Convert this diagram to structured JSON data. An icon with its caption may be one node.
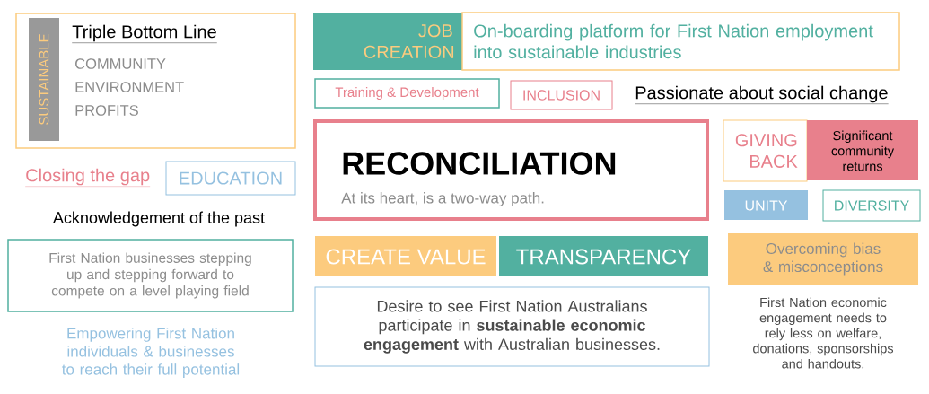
{
  "diagram": {
    "nodes": [
      {
        "text": [
          "Triple Bottom Line",
          "COMMUNITY",
          "ENVIRONMENT",
          "PROFITS"
        ]
      },
      {
        "text": [
          "SUSTAINABLE"
        ],
        "in": 0
      },
      {
        "text": [
          "JOB CREATION"
        ]
      },
      {
        "text": [
          "On-boarding platform for First Nation employment into sustainable industries"
        ]
      },
      {
        "text": [
          "Training & Development"
        ]
      },
      {
        "text": [
          "INCLUSION"
        ]
      },
      {
        "text": [
          "EDUCATION"
        ]
      },
      {
        "text": [
          "RECONCILIATION",
          "At its heart, is a two-way path."
        ]
      },
      {
        "text": [
          "GIVING BACK"
        ]
      },
      {
        "text": [
          "Significant community returns"
        ]
      },
      {
        "text": [
          "UNITY"
        ]
      },
      {
        "text": [
          "DIVERSITY"
        ]
      },
      {
        "text": [
          "First Nation businesses stepping up and stepping forward to compete on a level playing field"
        ]
      },
      {
        "text": [
          "CREATE VALUE"
        ]
      },
      {
        "text": [
          "TRANSPARENCY"
        ]
      },
      {
        "text": [
          "Overcoming bias & misconceptions"
        ]
      },
      {
        "text": [
          "Desire to see First Nation Australians participate in **sustainable economic engagement** with Australian businesses."
        ]
      }
    ],
    "labels": [
      "Passionate about social change",
      "Closing the gap",
      "Acknowledgement of the past",
      "First Nation economic engagement needs to rely less on welfare, donations, sponsorships and handouts.",
      "Empowering First Nation individuals & businesses to reach their full potential"
    ]
  }
}
